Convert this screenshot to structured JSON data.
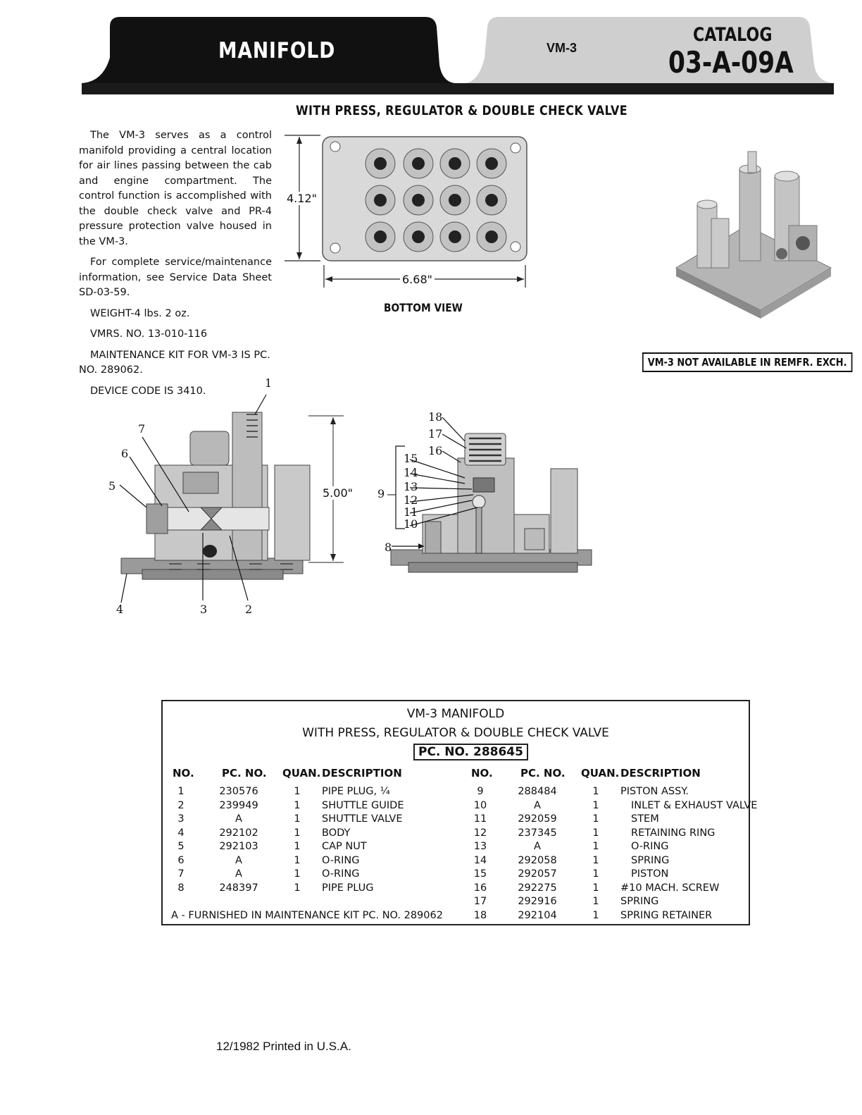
{
  "header": {
    "title": "MANIFOLD",
    "model": "VM-3",
    "catalog_label": "CATALOG",
    "catalog_number": "03-A-09A"
  },
  "subtitle": "WITH PRESS, REGULATOR & DOUBLE CHECK VALVE",
  "intro": {
    "p1": "The VM-3 serves as a control manifold providing a central location for air lines passing between the cab and engine compartment. The control function is accomplished with the double check valve and PR-4 pressure protection valve housed in the VM-3.",
    "p2": "For complete service/maintenance information, see Service Data Sheet SD-03-59.",
    "weight": "WEIGHT-4 lbs. 2 oz.",
    "vmrs": "VMRS. NO. 13-010-116",
    "kit": "MAINTENANCE KIT FOR VM-3 IS PC. NO. 289062.",
    "device_code": "DEVICE CODE IS 3410."
  },
  "bottom_view": {
    "label": "BOTTOM VIEW",
    "height_dim": "4.12\"",
    "width_dim": "6.68\""
  },
  "not_available": "VM-3 NOT AVAILABLE IN REMFR. EXCH.",
  "section_views": {
    "height_dim": "5.00\"",
    "left_callouts": [
      "1",
      "7",
      "6",
      "5",
      "4",
      "3",
      "2"
    ],
    "right_callouts": [
      "18",
      "17",
      "16",
      "15",
      "14",
      "13",
      "12",
      "11",
      "10",
      "9",
      "8"
    ]
  },
  "parts_table": {
    "title": "VM-3 MANIFOLD",
    "subtitle": "WITH PRESS, REGULATOR & DOUBLE CHECK VALVE",
    "pc_no": "PC. NO. 288645",
    "columns": [
      "NO.",
      "PC. NO.",
      "QUAN.",
      "DESCRIPTION"
    ],
    "left_rows": [
      {
        "no": "1",
        "pc": "230576",
        "qty": "1",
        "desc": "PIPE PLUG, ¼"
      },
      {
        "no": "2",
        "pc": "239949",
        "qty": "1",
        "desc": "SHUTTLE GUIDE"
      },
      {
        "no": "3",
        "pc": "A",
        "qty": "1",
        "desc": "SHUTTLE VALVE"
      },
      {
        "no": "4",
        "pc": "292102",
        "qty": "1",
        "desc": "BODY"
      },
      {
        "no": "5",
        "pc": "292103",
        "qty": "1",
        "desc": "CAP NUT"
      },
      {
        "no": "6",
        "pc": "A",
        "qty": "1",
        "desc": "O-RING"
      },
      {
        "no": "7",
        "pc": "A",
        "qty": "1",
        "desc": "O-RING"
      },
      {
        "no": "8",
        "pc": "248397",
        "qty": "1",
        "desc": "PIPE PLUG"
      }
    ],
    "right_rows": [
      {
        "no": "9",
        "pc": "288484",
        "qty": "1",
        "desc": "PISTON ASSY."
      },
      {
        "no": "10",
        "pc": "A",
        "qty": "1",
        "desc": "INLET & EXHAUST VALVE"
      },
      {
        "no": "11",
        "pc": "292059",
        "qty": "1",
        "desc": "STEM"
      },
      {
        "no": "12",
        "pc": "237345",
        "qty": "1",
        "desc": "RETAINING RING"
      },
      {
        "no": "13",
        "pc": "A",
        "qty": "1",
        "desc": "O-RING"
      },
      {
        "no": "14",
        "pc": "292058",
        "qty": "1",
        "desc": "SPRING"
      },
      {
        "no": "15",
        "pc": "292057",
        "qty": "1",
        "desc": "PISTON"
      },
      {
        "no": "16",
        "pc": "292275",
        "qty": "1",
        "desc": "#10 MACH. SCREW"
      },
      {
        "no": "17",
        "pc": "292916",
        "qty": "1",
        "desc": "SPRING"
      },
      {
        "no": "18",
        "pc": "292104",
        "qty": "1",
        "desc": "SPRING RETAINER"
      }
    ],
    "footnote": "A - FURNISHED IN MAINTENANCE KIT PC. NO. 289062"
  },
  "print_note": "12/1982 Printed in U.S.A."
}
